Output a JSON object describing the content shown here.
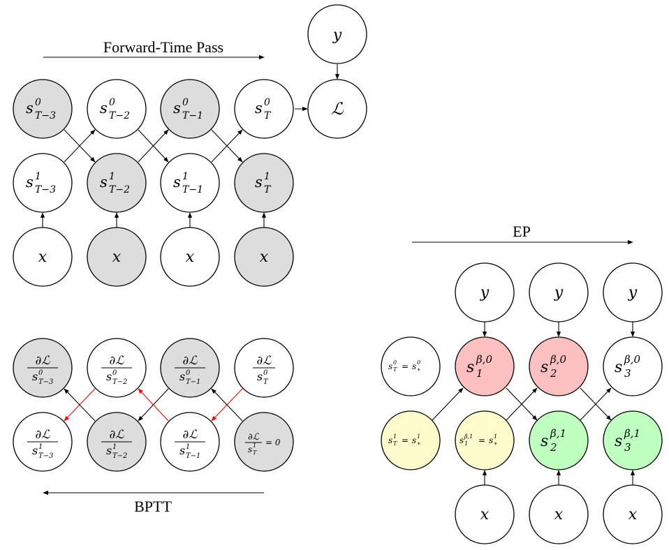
{
  "titles": {
    "forward": "Forward-Time Pass",
    "bptt": "BPTT",
    "ep": "EP"
  },
  "colors": {
    "gray": "#dddddd",
    "white": "#ffffff",
    "red": "#fdc0c0",
    "yellow": "#fefccc",
    "green": "#bfffc0",
    "edge": "#000000",
    "red_edge": "#ff0000"
  },
  "forward": {
    "labels": {
      "y": "y",
      "loss": "ℒ",
      "x": "x",
      "s": "s",
      "sup0": "0",
      "sup1": "1",
      "sub_t3": "T−3",
      "sub_t2": "T−2",
      "sub_t1": "T−1",
      "sub_t": "T"
    }
  },
  "bptt": {
    "labels": {
      "d": "∂ℒ",
      "s": "s",
      "sup0": "0",
      "sup1": "1",
      "sub_t3": "T−3",
      "sub_t2": "T−2",
      "sub_t1": "T−1",
      "sub_t": "T",
      "eq_zero": "= 0"
    }
  },
  "ep": {
    "labels": {
      "y": "y",
      "x": "x",
      "s": "s",
      "sup0": "0",
      "sup1": "1",
      "sup_beta0": "β,0",
      "sup_beta1": "β,1",
      "sub_t": "T",
      "sub_star": "∗",
      "sub_1": "1",
      "sub_2": "2",
      "sub_3": "3",
      "eq": "="
    }
  }
}
